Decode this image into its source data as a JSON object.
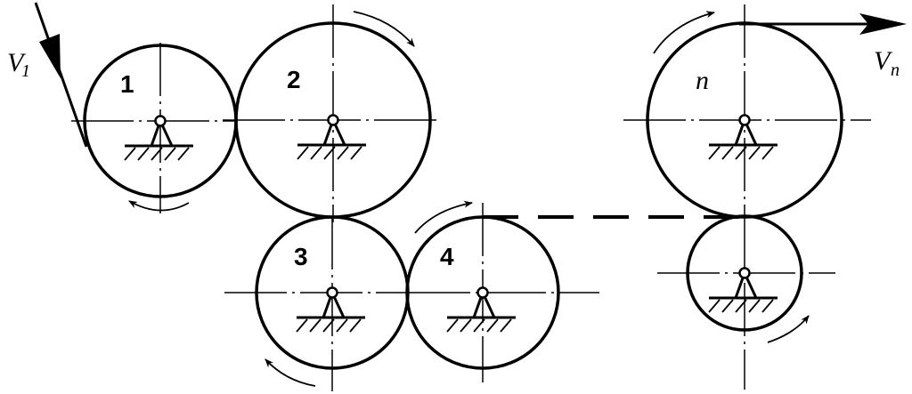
{
  "diagram": {
    "title": "Gear train with n wheels",
    "wheels": [
      {
        "id": "1",
        "label": "1"
      },
      {
        "id": "2",
        "label": "2"
      },
      {
        "id": "3",
        "label": "3"
      },
      {
        "id": "4",
        "label": "4"
      },
      {
        "id": "n",
        "label": "n"
      },
      {
        "id": "n-1",
        "label": ""
      }
    ],
    "input_velocity": {
      "symbol": "V",
      "subscript": "1"
    },
    "output_velocity": {
      "symbol": "V",
      "subscript": "n"
    },
    "colors": {
      "stroke": "#000000",
      "background": "#ffffff"
    }
  }
}
